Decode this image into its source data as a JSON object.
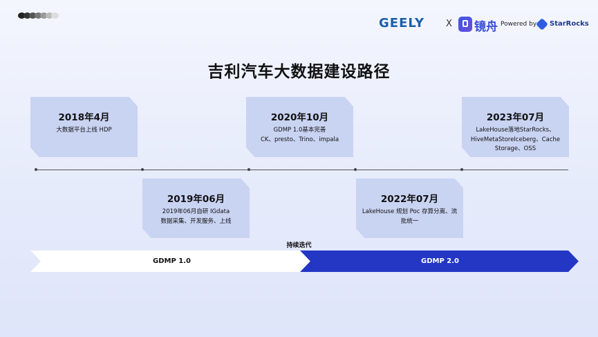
{
  "dots_colors": [
    "#222222",
    "#333333",
    "#555555",
    "#777777",
    "#999999",
    "#bbbbbb",
    "#dddddd"
  ],
  "header": {
    "geely": "GEELY",
    "x": "X",
    "jingzhou": "镜舟",
    "powered_by": "Powered by",
    "starrocks": "StarRocks"
  },
  "title": "吉利汽车大数据建设路径",
  "milestones": [
    {
      "year": "2018年4月",
      "desc": [
        "大数据平台上线 HDP"
      ]
    },
    {
      "year": "2019年06月",
      "desc": [
        "2019年06月自研 IGdata",
        "数据采集、开发服务、上线"
      ]
    },
    {
      "year": "2020年10月",
      "desc": [
        "GDMP 1.0基本完善",
        "CK、presto、Trino、impala"
      ]
    },
    {
      "year": "2022年07月",
      "desc": [
        "LakeHouse 规划 Poc 存算分离、流",
        "批统一"
      ]
    },
    {
      "year": "2023年07月",
      "desc": [
        "LakeHouse落地StarRocks、",
        "HiveMetaStoreIceberg、Cache",
        "Storage、OSS"
      ]
    }
  ],
  "continuous": "持续迭代",
  "phases": [
    {
      "label": "GDMP 1.0",
      "color": "#ffffff"
    },
    {
      "label": "GDMP 2.0",
      "color": "#2336c4"
    }
  ]
}
